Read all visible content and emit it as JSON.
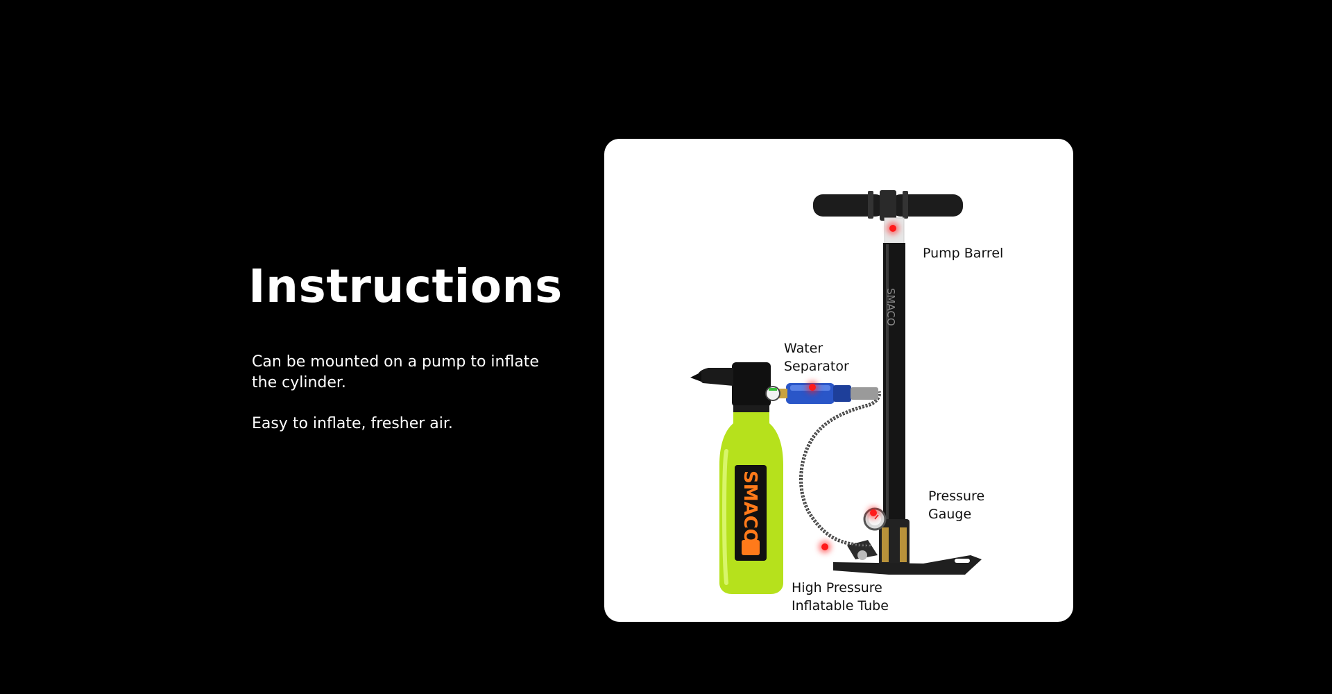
{
  "heading": "Instructions",
  "description": [
    "Can be mounted on a pump to inflate the cylinder.",
    "Easy to inflate, fresher air."
  ],
  "product_image": {
    "brand": "SMACO",
    "callouts": {
      "pump_barrel": "Pump Barrel",
      "water_separator": [
        "Water",
        "Separator"
      ],
      "pressure_gauge": [
        "Pressure",
        "Gauge"
      ],
      "high_pressure_tube": [
        "High Pressure",
        "Inflatable Tube"
      ]
    }
  },
  "colors": {
    "background": "#000000",
    "card": "#ffffff",
    "cylinder": "#b6e11c",
    "cylinder_label": "#ff7a1a",
    "separator": "#2a56c8",
    "marker": "#ff1a1a"
  }
}
